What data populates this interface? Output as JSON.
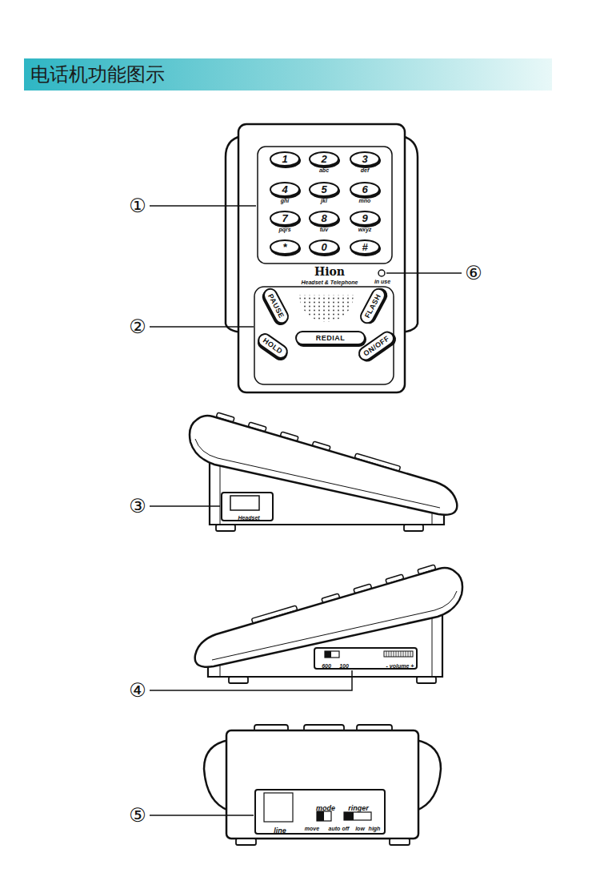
{
  "diagram": {
    "title": "电话机功能图示",
    "nodes": [
      {
        "text": [
          "1"
        ]
      },
      {
        "text": [
          "2",
          "abc"
        ]
      },
      {
        "text": [
          "3",
          "def"
        ]
      },
      {
        "text": [
          "4",
          "ghi"
        ]
      },
      {
        "text": [
          "5",
          "jkl"
        ]
      },
      {
        "text": [
          "6",
          "mno"
        ]
      },
      {
        "text": [
          "7",
          "pqrs"
        ]
      },
      {
        "text": [
          "8",
          "tuv"
        ]
      },
      {
        "text": [
          "9",
          "wxyz"
        ]
      },
      {
        "text": [
          "*"
        ]
      },
      {
        "text": [
          "0"
        ]
      },
      {
        "text": [
          "#"
        ]
      },
      {
        "text": [
          "PAUSE"
        ]
      },
      {
        "text": [
          "FLASH"
        ]
      },
      {
        "text": [
          "HOLD"
        ]
      },
      {
        "text": [
          "REDIAL"
        ]
      },
      {
        "text": [
          "ON/OFF"
        ]
      },
      {
        "text": [
          "Headset"
        ]
      },
      {
        "text": [
          "600",
          "100",
          "- volume +"
        ]
      },
      {
        "text": [
          "line",
          "mode",
          "move",
          "auto",
          "ringer",
          "off",
          "low",
          "high"
        ]
      }
    ],
    "labels": [
      "①",
      "Hion",
      "Headset & Telephone",
      "in use",
      "⑥",
      "②",
      "③",
      "④",
      "⑤"
    ]
  }
}
